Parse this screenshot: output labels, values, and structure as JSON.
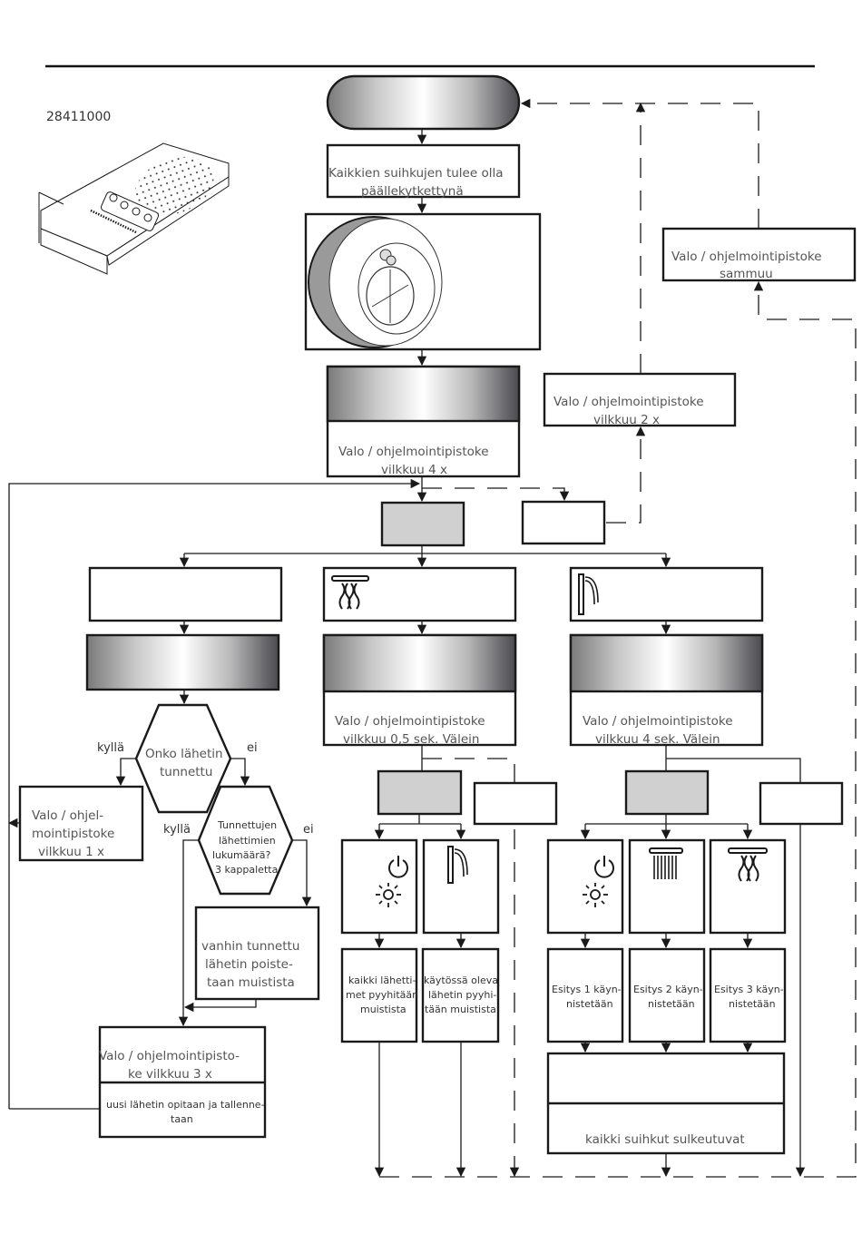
{
  "header": {
    "model_number": "28411000"
  },
  "nodes": {
    "start": {
      "text": ""
    },
    "prerequisite": {
      "line1": "Kaikkien suihkujen tulee olla",
      "line2": "päällekytkettynä"
    },
    "blink_4x": {
      "line1": "Valo / ohjelmointipistoke",
      "line2": "vilkkuu 4 x"
    },
    "blink_2x": {
      "line1": "Valo / ohjelmointipistoke",
      "line2": "vilkkuu 2 x"
    },
    "light_off": {
      "line1": "Valo / ohjelmointipistoke",
      "line2": "sammuu"
    },
    "mid_blink_05": {
      "line1": "Valo / ohjelmointipistoke",
      "line2": "vilkkuu 0,5 sek. Välein"
    },
    "right_blink_4s": {
      "line1": "Valo / ohjelmointipistoke",
      "line2": "vilkkuu 4 sek. Välein"
    },
    "decision_known": {
      "line1": "Onko lähetin",
      "line2": "tunnettu"
    },
    "decision_count": {
      "line1": "Tunnettujen",
      "line2": "lähettimien",
      "line3": "lukumäärä?",
      "line4": "3 kappaletta"
    },
    "blink_1x": {
      "line1": "Valo / ohjel-",
      "line2": "mointipistoke",
      "line3": "vilkkuu 1 x"
    },
    "delete_oldest": {
      "line1": "vanhin tunnettu",
      "line2": "lähetin poiste-",
      "line3": "taan muistista"
    },
    "blink_3x": {
      "line1": "Valo / ohjelmointipisto-",
      "line2": "ke vilkkuu 3 x"
    },
    "learn_new": {
      "line1": "uusi lähetin opitaan ja tallenne-",
      "line2": "taan"
    },
    "erase_all": {
      "line1": "kaikki lähetti-",
      "line2": "met pyyhitään",
      "line3": "muistista"
    },
    "erase_current": {
      "line1": "käytössä oleva",
      "line2": "lähetin pyyhi-",
      "line3": "tään muistista"
    },
    "show1": {
      "line1": "Esitys 1 käyn-",
      "line2": "nistetään"
    },
    "show2": {
      "line1": "Esitys 2 käyn-",
      "line2": "nistetään"
    },
    "show3": {
      "line1": "Esitys 3 käyn-",
      "line2": "nistetään"
    },
    "all_close": {
      "text": "kaikki suihkut sulkeutuvat"
    }
  },
  "labels": {
    "yes1": "kyllä",
    "no1": "ei",
    "yes2": "kyllä",
    "no2": "ei"
  },
  "icons": {
    "mid_header": "rain-curtain-icon",
    "right_header": "waterfall-icon",
    "power_light": "power-light-icon",
    "waterfall": "waterfall-icon",
    "rain": "rain-shower-icon",
    "curtain": "rain-curtain-icon"
  },
  "colors": {
    "stroke": "#1a1a1a",
    "text": "#555555",
    "gray_fill": "#d0d0d0"
  }
}
